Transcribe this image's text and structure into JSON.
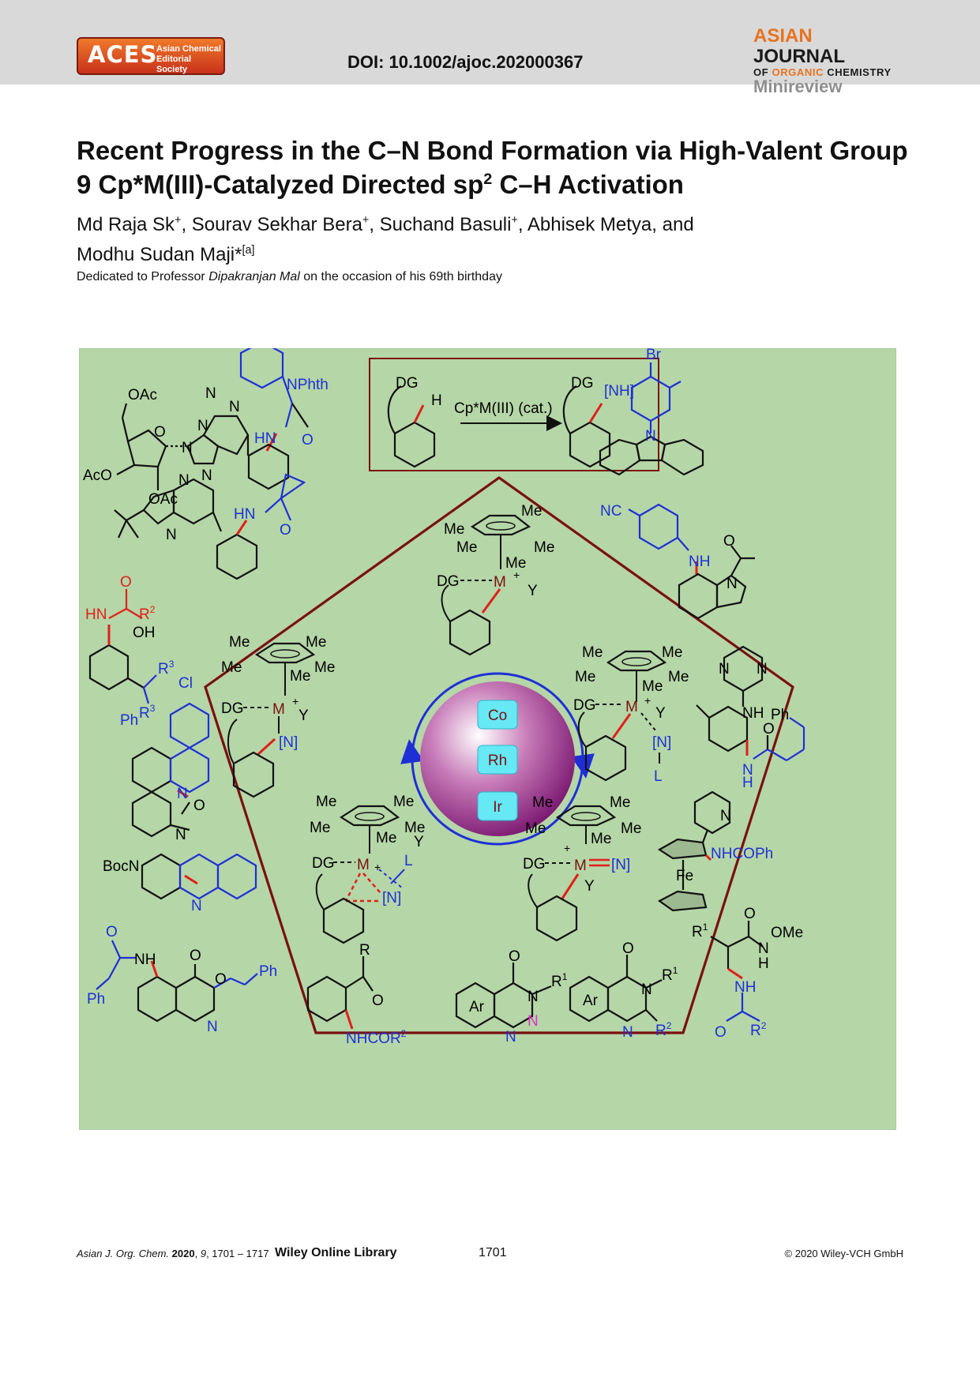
{
  "header": {
    "aces_logo_text": "ACES",
    "aces_logo_sub1": "Asian Chemical",
    "aces_logo_sub2": "Editorial Society",
    "doi": "DOI: 10.1002/ajoc.202000367",
    "journal_line1_a": "ASIAN",
    "journal_line1_b": "JOURNAL",
    "journal_line2_a": "OF",
    "journal_line2_b": "ORGANIC",
    "journal_line2_c": "CHEMISTRY",
    "journal_line3": "Minireview"
  },
  "article": {
    "title_line1": "Recent Progress in the C–N Bond Formation via High-Valent Group",
    "title_line2_a": "9 Cp*M(III)-Catalyzed Directed sp",
    "title_line2_sup": "2",
    "title_line2_b": " C–H Activation",
    "author1": "Md Raja Sk",
    "author2": "Sourav Sekhar Bera",
    "author3": "Suchand Basuli",
    "author4": "Abhisek Metya",
    "author5": "Modhu Sudan Maji",
    "plus": "+",
    "star_aff": "*",
    "aff": "[a]",
    "and": "and",
    "dedication_a": "Dedicated to Professor ",
    "dedication_name": "Dipakranjan Mal",
    "dedication_b": " on the occasion of his 69th birthday"
  },
  "figure": {
    "top_scheme": {
      "reactant_dg": "DG",
      "reactant_h": "H",
      "product_dg": "DG",
      "product_nh": "[NH]",
      "conditions": "Cp*M(III) (cat.)"
    },
    "center_metals": [
      "Co",
      "Rh",
      "Ir"
    ],
    "me": "Me",
    "dg": "DG",
    "m_plus": "M",
    "plus": "+",
    "y_minus": "Y",
    "n_ligand": "[N]",
    "l": "L",
    "molecules": {
      "nphth": "NPhth",
      "oac": "OAc",
      "aco": "AcO",
      "hn": "HN",
      "o": "O",
      "n": "N",
      "br": "Br",
      "nc": "NC",
      "nh": "NH",
      "cl": "Cl",
      "ph": "Ph",
      "oh": "OH",
      "r2": "R",
      "r3": "R",
      "boc": "BocN",
      "fe": "Fe",
      "nhcoph": "NHCOPh",
      "ome": "OMe",
      "r1": "R",
      "r": "R",
      "nhcor2": "NHCOR",
      "ar": "Ar",
      "h": "H",
      "sup1": "1",
      "sup2": "2",
      "sup3": "3"
    },
    "colors": {
      "background": "#b5d6a7",
      "border": "#7a1010",
      "blue": "#1f2fd6",
      "red": "#e0201b",
      "magenta": "#e030d0",
      "sphere": "#8b1a7a",
      "metal_box": "#66e8f5"
    }
  },
  "footer": {
    "journal_abbr": "Asian J. Org. Chem.",
    "year": "2020",
    "volume": "9",
    "pages": "1701 – 1717",
    "wol": "Wiley Online Library",
    "page_number": "1701",
    "copyright": "© 2020 Wiley-VCH GmbH"
  }
}
